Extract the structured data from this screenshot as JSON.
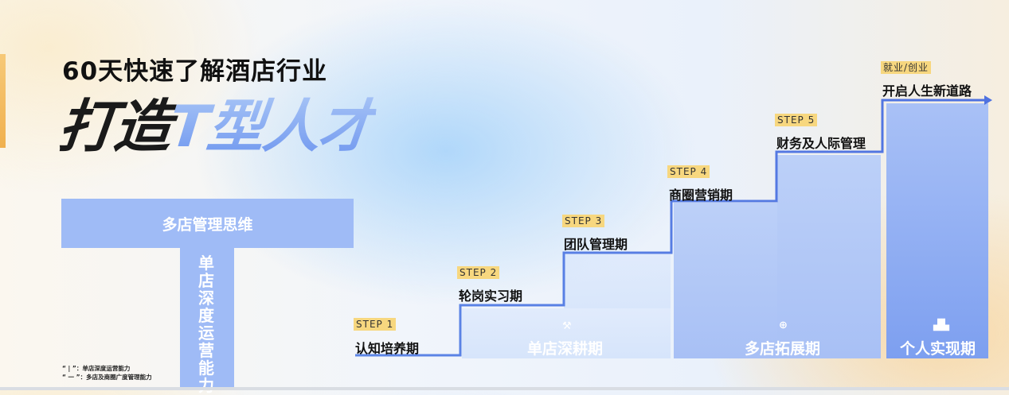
{
  "title": {
    "line1": "60天快速了解酒店行业",
    "line2_dark": "打造",
    "line2_blue": "T型人才"
  },
  "t_diagram": {
    "horizontal_label": "多店管理思维",
    "vertical_label": "单店深度运营能力",
    "note_vertical": "“ | ”：单店深度运营能力",
    "note_horizontal": "“ 一 ”：多店及商圈广度管理能力"
  },
  "steps": [
    {
      "tag": "STEP 1",
      "name": "认知培养期"
    },
    {
      "tag": "STEP 2",
      "name": "轮岗实习期"
    },
    {
      "tag": "STEP 3",
      "name": "团队管理期"
    },
    {
      "tag": "STEP 4",
      "name": "商圈营销期"
    },
    {
      "tag": "STEP 5",
      "name": "财务及人际管理"
    },
    {
      "tag": "就业/创业",
      "name": "开启人生新道路"
    }
  ],
  "zones": [
    {
      "label": "单店深耕期",
      "icon": "hammer-icon",
      "color": "#d5e4fb"
    },
    {
      "label": "多店拓展期",
      "icon": "plus-circle-icon",
      "color": "#a8c0f5"
    },
    {
      "label": "个人实现期",
      "icon": "podium-icon",
      "color": "#7d9ff0"
    }
  ],
  "colors": {
    "accent_blue": "#5b7fe8",
    "t_shape": "#9fbbf6",
    "step_tag": "#f7d77f",
    "accent_gold": "#f0b04e"
  }
}
